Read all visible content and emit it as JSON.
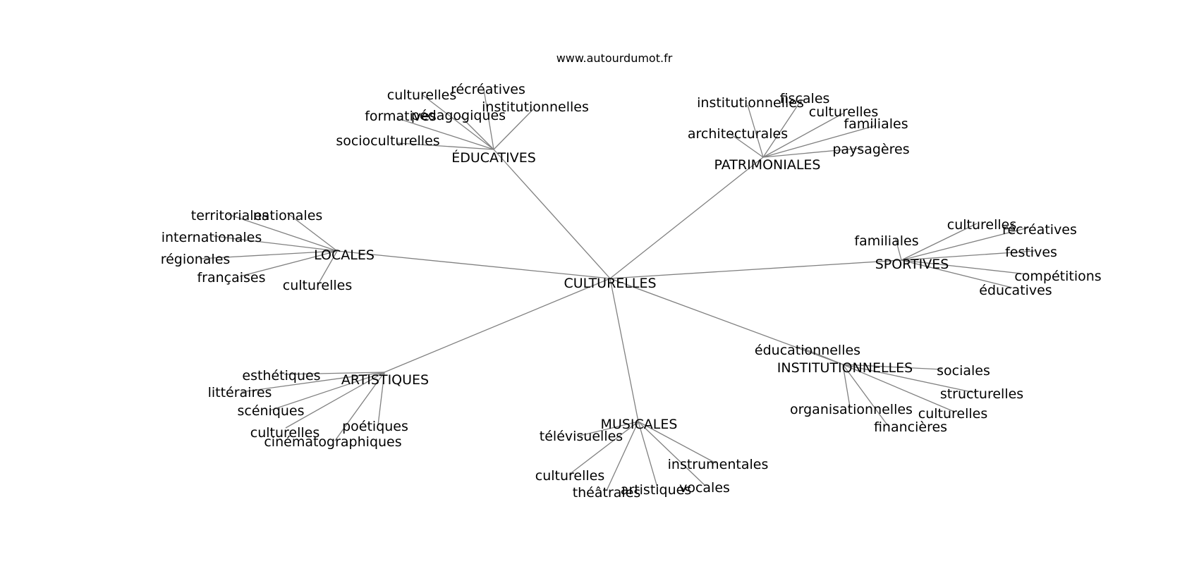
{
  "header": {
    "site": "www.autourdumot.fr"
  },
  "graph": {
    "root": "CULTURELLES",
    "groups": [
      {
        "label": "ÉDUCATIVES",
        "children": [
          "culturelles",
          "récréatives",
          "institutionnelles",
          "formatives",
          "pédagogiques",
          "socioculturelles"
        ]
      },
      {
        "label": "PATRIMONIALES",
        "children": [
          "institutionnelles",
          "fiscales",
          "culturelles",
          "familiales",
          "architecturales",
          "paysagères"
        ]
      },
      {
        "label": "LOCALES",
        "children": [
          "territoriales",
          "nationales",
          "internationales",
          "régionales",
          "françaises",
          "culturelles"
        ]
      },
      {
        "label": "SPORTIVES",
        "children": [
          "culturelles",
          "récréatives",
          "familiales",
          "festives",
          "compétitions",
          "éducatives"
        ]
      },
      {
        "label": "INSTITUTIONNELLES",
        "children": [
          "éducationnelles",
          "sociales",
          "structurelles",
          "organisationnelles",
          "culturelles",
          "financières"
        ]
      },
      {
        "label": "ARTISTIQUES",
        "children": [
          "esthétiques",
          "littéraires",
          "scéniques",
          "culturelles",
          "poétiques",
          "cinématographiques"
        ]
      },
      {
        "label": "MUSICALES",
        "children": [
          "télévisuelles",
          "instrumentales",
          "culturelles",
          "théâtrales",
          "artistiques",
          "vocales"
        ]
      }
    ]
  }
}
